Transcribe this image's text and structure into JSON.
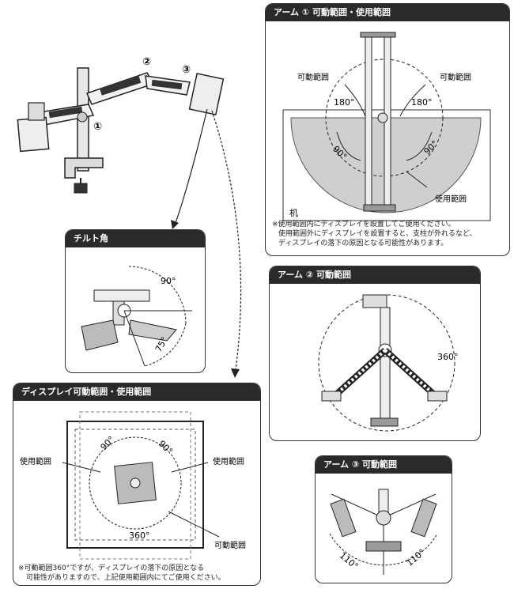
{
  "callouts": {
    "c1": "①",
    "c2": "②",
    "c3": "③"
  },
  "arm1": {
    "title": "アーム ① 可動範囲・使用範囲",
    "range_left": "可動範囲",
    "range_right": "可動範囲",
    "angle_left_180": "180°",
    "angle_right_180": "180°",
    "angle_left_90": "90°",
    "angle_right_90": "90°",
    "desk": "机",
    "use_range": "使用範囲",
    "note_lines": [
      "※使用範囲内にディスプレイを設置してご使用ください。",
      "使用範囲外にディスプレイを設置すると、支柱が外れるなど、",
      "ディスプレイの落下の原因となる可能性があります。"
    ]
  },
  "tilt": {
    "title": "チルト角",
    "angle_up": "90°",
    "angle_down": "75°"
  },
  "arm2": {
    "title": "アーム ② 可動範囲",
    "angle": "360°"
  },
  "display": {
    "title": "ディスプレイ可動範囲・使用範囲",
    "use_left": "使用範囲",
    "use_right": "使用範囲",
    "angle_left": "90°",
    "angle_right": "90°",
    "angle_rot": "360°",
    "range": "可動範囲",
    "note_lines": [
      "※可動範囲360°ですが、ディスプレイの落下の原因となる",
      "可能性がありますので、上記使用範囲内にてご使用ください。"
    ]
  },
  "arm3": {
    "title": "アーム ③ 可動範囲",
    "angle_left": "110°",
    "angle_right": "110°"
  }
}
